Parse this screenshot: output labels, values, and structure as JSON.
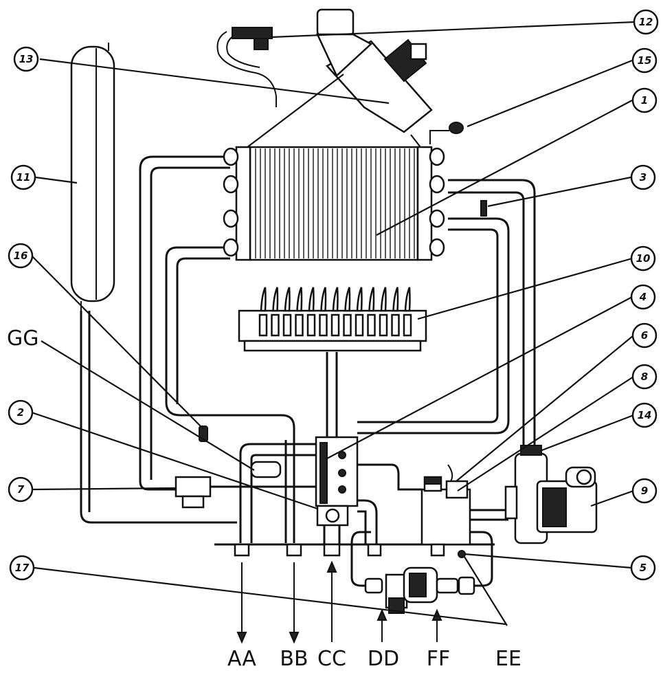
{
  "callouts": {
    "c12": "12",
    "c13": "13",
    "c15": "15",
    "c1": "1",
    "c11": "11",
    "c3": "3",
    "c16": "16",
    "c10": "10",
    "c4": "4",
    "c6": "6",
    "c2": "2",
    "c8": "8",
    "c14": "14",
    "c7": "7",
    "c9": "9",
    "c5": "5",
    "c17": "17"
  },
  "gg_label": "GG",
  "connections": {
    "aa": "AA",
    "bb": "BB",
    "cc": "CC",
    "dd": "DD",
    "ff": "FF",
    "ee": "EE"
  }
}
